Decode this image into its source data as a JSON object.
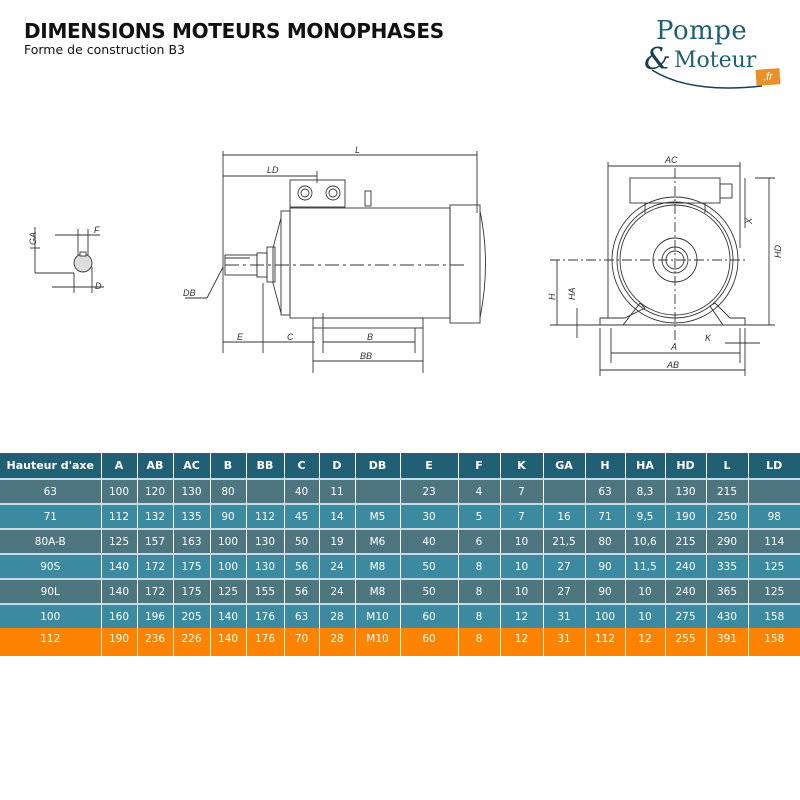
{
  "header": {
    "title": "DIMENSIONS MOTEURS MONOPHASES",
    "subtitle": "Forme de construction B3"
  },
  "logo": {
    "line1": "Pompe",
    "ampersand": "&",
    "line2": "Moteur",
    "badge": ".fr",
    "colors": {
      "primary": "#1f5f72",
      "badge": "#e8912a"
    }
  },
  "drawings": {
    "shaft_section": {
      "labels": [
        "GA",
        "F",
        "D"
      ]
    },
    "side_view": {
      "labels": [
        "L",
        "LD",
        "DB",
        "E",
        "C",
        "B",
        "BB"
      ]
    },
    "front_view": {
      "labels": [
        "AC",
        "X",
        "HD",
        "H",
        "HA",
        "A",
        "K",
        "AB"
      ]
    }
  },
  "table": {
    "colors": {
      "header": "#215f75",
      "row_dark": "#4d7680",
      "row_light": "#3c8aa0",
      "highlight": "#fd8303"
    },
    "columns": [
      "Hauteur d'axe",
      "A",
      "AB",
      "AC",
      "B",
      "BB",
      "C",
      "D",
      "DB",
      "E",
      "F",
      "K",
      "GA",
      "H",
      "HA",
      "HD",
      "L",
      "LD"
    ],
    "rows": [
      {
        "cells": [
          "63",
          "100",
          "120",
          "130",
          "80",
          "",
          "40",
          "11",
          "",
          "23",
          "4",
          "7",
          "",
          "63",
          "8,3",
          "130",
          "215",
          ""
        ]
      },
      {
        "cells": [
          "71",
          "112",
          "132",
          "135",
          "90",
          "112",
          "45",
          "14",
          "M5",
          "30",
          "5",
          "7",
          "16",
          "71",
          "9,5",
          "190",
          "250",
          "98"
        ]
      },
      {
        "cells": [
          "80A-B",
          "125",
          "157",
          "163",
          "100",
          "130",
          "50",
          "19",
          "M6",
          "40",
          "6",
          "10",
          "21,5",
          "80",
          "10,6",
          "215",
          "290",
          "114"
        ]
      },
      {
        "cells": [
          "90S",
          "140",
          "172",
          "175",
          "100",
          "130",
          "56",
          "24",
          "M8",
          "50",
          "8",
          "10",
          "27",
          "90",
          "11,5",
          "240",
          "335",
          "125"
        ]
      },
      {
        "cells": [
          "90L",
          "140",
          "172",
          "175",
          "125",
          "155",
          "56",
          "24",
          "M8",
          "50",
          "8",
          "10",
          "27",
          "90",
          "10",
          "240",
          "365",
          "125"
        ]
      },
      {
        "cells": [
          "100",
          "160",
          "196",
          "205",
          "140",
          "176",
          "63",
          "28",
          "M10",
          "60",
          "8",
          "12",
          "31",
          "100",
          "10",
          "275",
          "430",
          "158"
        ]
      },
      {
        "cells": [
          "112",
          "190",
          "236",
          "226",
          "140",
          "176",
          "70",
          "28",
          "M10",
          "60",
          "8",
          "12",
          "31",
          "112",
          "12",
          "255",
          "391",
          "158"
        ]
      }
    ]
  }
}
